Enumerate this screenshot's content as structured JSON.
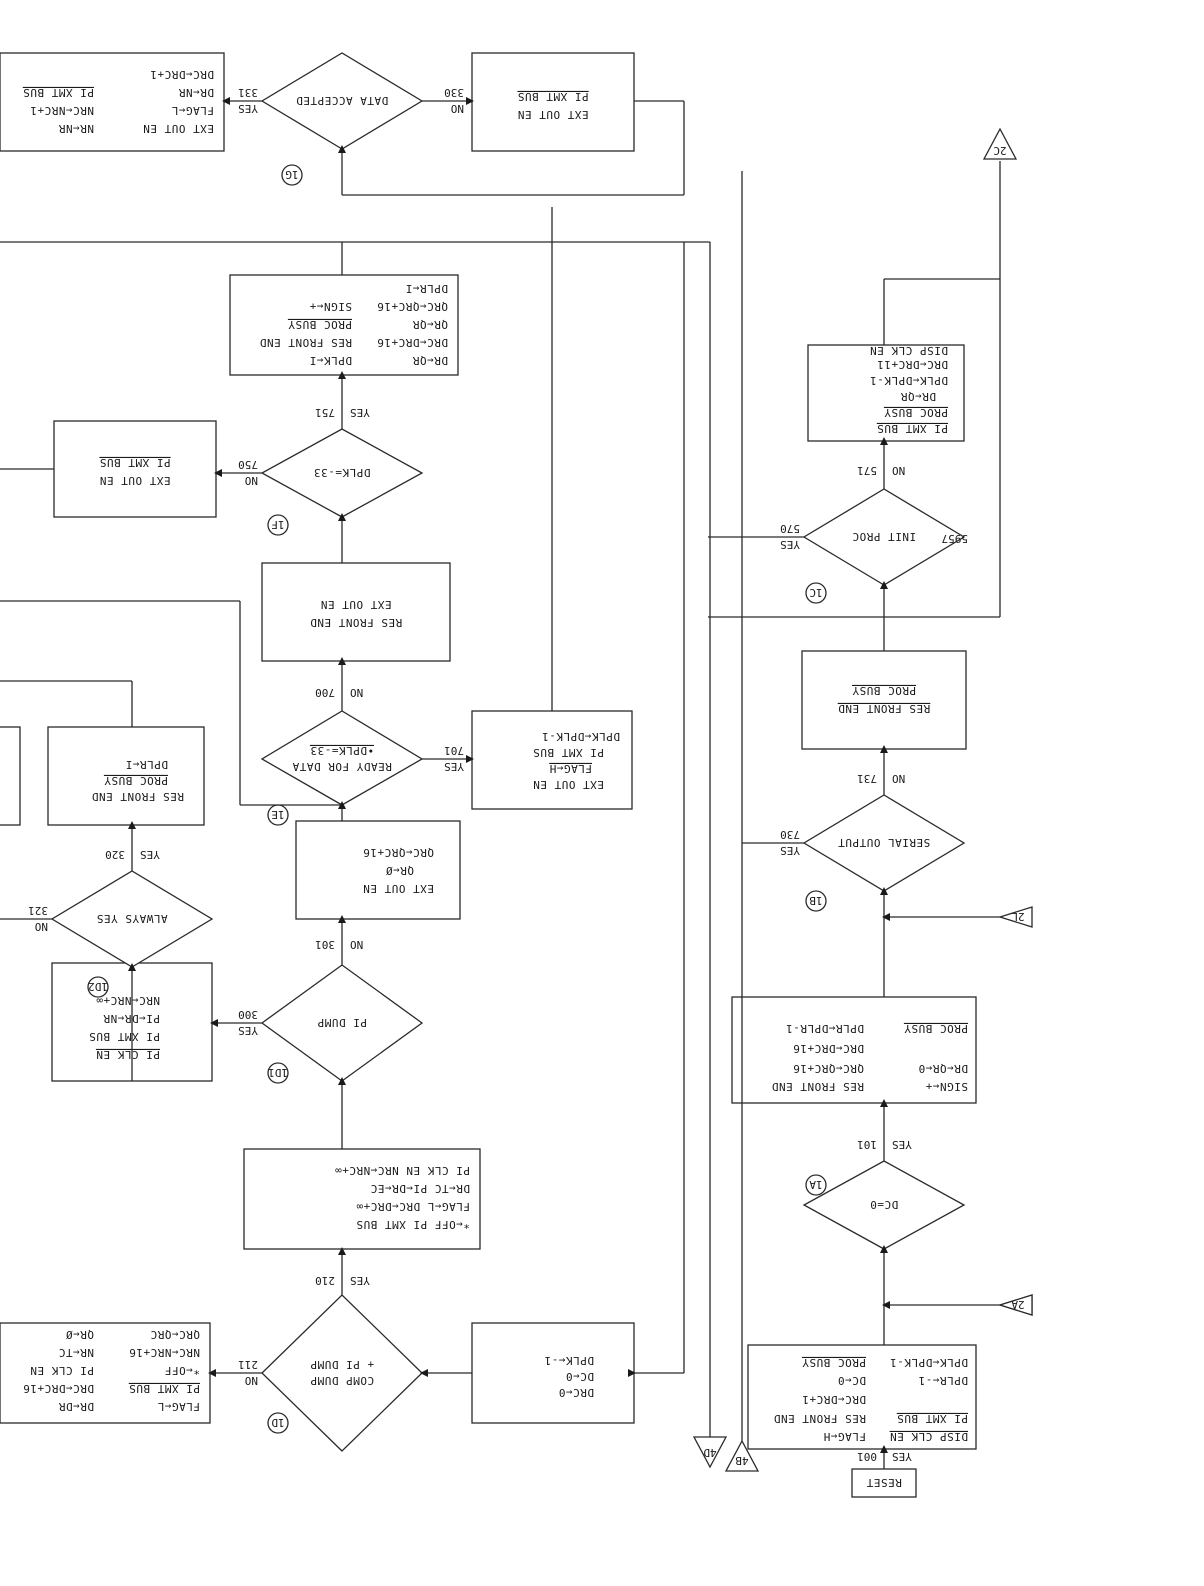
{
  "figure_number": "5957",
  "orientation": "rotated 180 degrees",
  "connectors": [
    {
      "id": "2C",
      "label": "2C"
    },
    {
      "id": "2L",
      "label": "2L"
    },
    {
      "id": "2A",
      "label": "2A"
    },
    {
      "id": "4D",
      "label": "4D"
    },
    {
      "id": "4B",
      "label": "4B"
    }
  ],
  "section_markers": [
    "1A",
    "1B",
    "1C",
    "1D",
    "1D1",
    "1D2",
    "1E",
    "1F",
    "1G"
  ],
  "start": {
    "label": "RESET",
    "branch_label": "YES",
    "branch_code": "001"
  },
  "process_1a_init": {
    "left_col": [
      "DISP CLK EN",
      "PI XMT BUS",
      "",
      "DPLR←-1",
      "DPLK←DPLK-1"
    ],
    "right_col": [
      "FLAG←H",
      "RES FRONT END",
      "DRC←DRC+1",
      "DC←0",
      "PROC BUSY"
    ]
  },
  "decision_1a": {
    "marker": "1A",
    "text": "DC=0",
    "yes_label": "YES",
    "yes_code": "101"
  },
  "process_1b_pre": {
    "left_col": [
      "SIGN←+",
      "DR←QR←0",
      "",
      "PROC BUSY"
    ],
    "right_col": [
      "RES FRONT END",
      "QRC←QRC+16",
      "DRC←DRC+16",
      "DPLR←DPLR-1"
    ]
  },
  "decision_1b": {
    "marker": "1B",
    "text": "SERIAL OUTPUT",
    "yes_label": "YES",
    "yes_code": "730",
    "no_label": "NO",
    "no_code": "731"
  },
  "process_1b_no": {
    "lines": [
      "RES FRONT END",
      "PROC BUSY"
    ]
  },
  "decision_1c": {
    "marker": "1C",
    "text": "INIT PROC",
    "yes_label": "YES",
    "yes_code": "570",
    "no_label": "NO",
    "no_code": "571"
  },
  "process_1c_no": {
    "lines": [
      "PI XMT BUS",
      "PROC BUSY",
      "DR←QR",
      "DPLK←DPLK-1",
      "DRC←DRC+11",
      "DISP CLK EN"
    ]
  },
  "process_1d_entry": {
    "lines": [
      "DRC←0",
      "DC←0",
      "DPLK←-1"
    ]
  },
  "decision_1d": {
    "marker": "1D",
    "text_line1": "COMP DUMP",
    "text_line2": "+ PI DUMP",
    "yes_label": "YES",
    "yes_code": "210",
    "no_label": "NO",
    "no_code": "211"
  },
  "process_1d_no": {
    "left_col": [
      "FLAG←L",
      "PI XMT BUS",
      "*←OFF",
      "NRC←NRC+16",
      "QRC←QRC"
    ],
    "right_col": [
      "DR←DR",
      "DRC←DRC+16",
      "PI CLK EN",
      "NR←TC",
      "QR←Ø"
    ]
  },
  "process_1d_yes": {
    "lines": [
      "*←OFF     PI XMT BUS",
      "FLAG←L  DRC←DRC+∞",
      "DR←TC    PI←DR←EC",
      "PI CLK EN NRC←NRC+∞"
    ]
  },
  "decision_1d1": {
    "marker": "1D1",
    "text": "PI DUMP",
    "yes_label": "YES",
    "yes_code": "300",
    "no_label": "NO",
    "no_code": "301"
  },
  "process_1d1_yes": {
    "lines": [
      "PI CLK EN",
      "PI XMT BUS",
      "PI←DR←NR",
      "NRC←NRC+∞"
    ]
  },
  "process_1d1_no": {
    "lines": [
      "EXT OUT EN",
      "QR←Ø",
      "QRC←QRC+16"
    ]
  },
  "decision_1d2": {
    "marker": "1D2",
    "text": "ALWAYS YES",
    "yes_label": "YES",
    "yes_code": "320",
    "no_label": "NO",
    "no_code": "321"
  },
  "process_1d2_yes": {
    "lines": [
      "RES FRONT END",
      "PROC BUSY",
      "DPLR←I"
    ]
  },
  "decision_1e": {
    "marker": "1E",
    "text_line1": "READY FOR DATA",
    "text_line2": "•DPLK=-33",
    "yes_label": "YES",
    "yes_code": "701",
    "no_label": "NO",
    "no_code": "700"
  },
  "process_1e_yes": {
    "lines": [
      "EXT OUT EN",
      "FLAG←H",
      "PI XMT BUS",
      "DPLK←DPLK-1"
    ]
  },
  "process_1e_no": {
    "lines": [
      "RES FRONT END",
      "EXT OUT EN"
    ]
  },
  "decision_1f": {
    "marker": "1F",
    "text": "DPLK=-33",
    "yes_label": "YES",
    "yes_code": "751",
    "no_label": "NO",
    "no_code": "750"
  },
  "process_1f_no": {
    "lines": [
      "EXT OUT EN",
      "PI XMT BUS"
    ]
  },
  "process_1f_yes": {
    "left_col": [
      "DR←QR",
      "DRC←DRC+16",
      "QR←QR",
      "QRC←QRC+16",
      "DPLR←I"
    ],
    "right_col": [
      "DPLK←I",
      "RES FRONT END",
      "PROC BUSY",
      "SIGN←+",
      ""
    ]
  },
  "decision_1g": {
    "marker": "1G",
    "text": "DATA ACCEPTED",
    "yes_label": "YES",
    "yes_code": "331",
    "no_label": "NO",
    "no_code": "330"
  },
  "process_1g_no": {
    "lines": [
      "EXT OUT EN",
      "PI XMT BUS"
    ]
  },
  "process_1g_yes": {
    "left_col": [
      "EXT OUT EN",
      "FLAG←L",
      "DR←NR",
      "DRC←DRC+1"
    ],
    "right_col": [
      "NR←NR",
      "NRC←NRC+1",
      "PI XMT BUS",
      ""
    ]
  }
}
